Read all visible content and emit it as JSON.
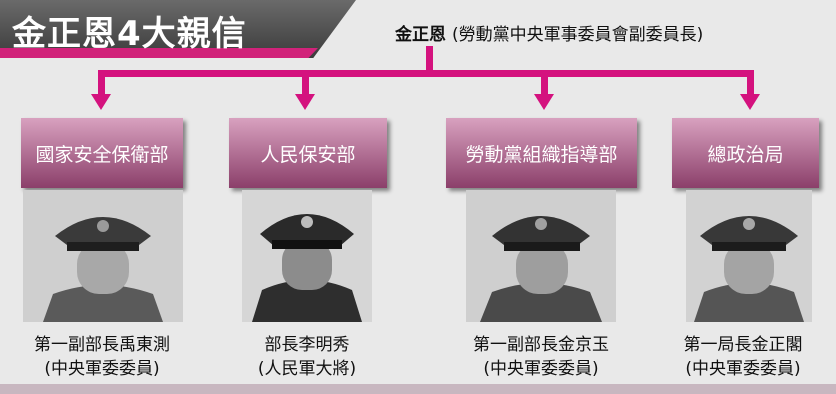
{
  "title": "金正恩4大親信",
  "leader": {
    "name": "金正恩",
    "role": "(勞動黨中央軍事委員會副委員長)"
  },
  "colors": {
    "connector": "#d4127e",
    "dept_box": "#b0628f",
    "title_band": "#4a4a4a"
  },
  "departments": [
    {
      "label": "國家安全保衛部",
      "caption_line1": "第一副部長禹東測",
      "caption_line2": "(中央軍委委員)"
    },
    {
      "label": "人民保安部",
      "caption_line1": "部長李明秀",
      "caption_line2": "(人民軍大將)"
    },
    {
      "label": "勞動黨組織指導部",
      "caption_line1": "第一副部長金京玉",
      "caption_line2": "(中央軍委委員)"
    },
    {
      "label": "總政治局",
      "caption_line1": "第一局長金正閣",
      "caption_line2": "(中央軍委委員)"
    }
  ]
}
